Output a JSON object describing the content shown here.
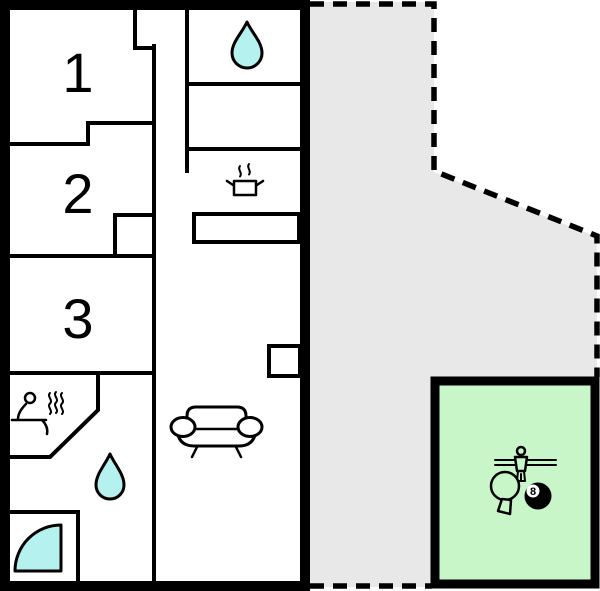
{
  "plan": {
    "rooms": {
      "room1_label": "1",
      "room2_label": "2",
      "room3_label": "3"
    },
    "games_room": {
      "billiard_ball_label": "8",
      "icons": [
        "foosball",
        "table-tennis-paddle",
        "billiards-8-ball"
      ]
    },
    "icons": {
      "bathroom_top": "water-drop",
      "bathroom_middle": "water-drop",
      "kitchen": "cooking-pot-with-steam",
      "sauna": "person-on-sauna-bench-with-steam",
      "shower": "quarter-circle-shower",
      "living_room": "sofa"
    },
    "areas": [
      "numbered-rooms",
      "hallway",
      "kitchen",
      "living-room",
      "sauna",
      "bathrooms",
      "shower-room",
      "terrace-dashed",
      "games-room"
    ]
  },
  "colors": {
    "wall": "#000000",
    "water_fill": "#b5f1ee",
    "terrace_fill": "#e8e8e8",
    "games_room_fill": "#c9f6c9",
    "floor_fill": "#ffffff"
  }
}
